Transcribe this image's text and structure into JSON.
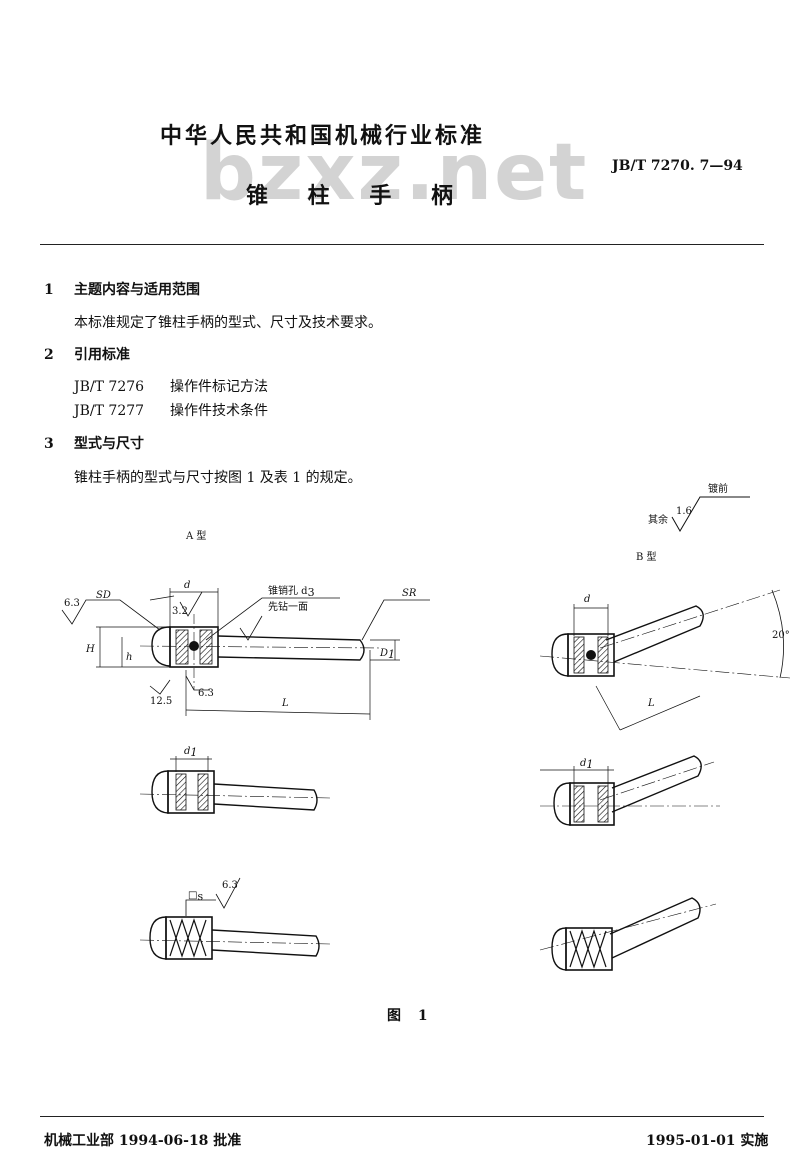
{
  "header": {
    "organization": "中华人民共和国机械行业标准",
    "title": "锥 柱 手 柄",
    "standard_code": "JB/T 7270. 7—94",
    "watermark": "bzxz.net"
  },
  "sections": [
    {
      "number": "1",
      "heading": "主题内容与适用范围",
      "text": "本标准规定了锥柱手柄的型式、尺寸及技术要求。"
    },
    {
      "number": "2",
      "heading": "引用标准",
      "refs": [
        {
          "id": "JB/T 7276",
          "name": "操作件标记方法"
        },
        {
          "id": "JB/T 7277",
          "name": "操作件技术条件"
        }
      ]
    },
    {
      "number": "3",
      "heading": "型式与尺寸",
      "text": "锥柱手柄的型式与尺寸按图 1 及表 1 的规定。"
    }
  ],
  "figure": {
    "caption": "图 1",
    "type_a_label": "A 型",
    "type_b_label": "B 型",
    "rest_label": "其余",
    "rest_roughness": "1.6",
    "plating_label": "镀前",
    "pin_hole_label": "锥销孔 d",
    "pin_hole_sub": "3",
    "drill_note": "先钻一面",
    "labels": {
      "sd": "SD",
      "d": "d",
      "d1": "d",
      "d1_sub": "1",
      "sr": "SR",
      "L": "L",
      "H": "H",
      "h": "h",
      "D1": "D",
      "D1_sub": "1",
      "r63": "6.3",
      "r32": "3.2",
      "r125": "12.5",
      "angle": "20°",
      "square": "□",
      "square_sub": "s"
    }
  },
  "footer": {
    "approval": "机械工业部 1994-06-18 批准",
    "implementation": "1995-01-01 实施"
  }
}
